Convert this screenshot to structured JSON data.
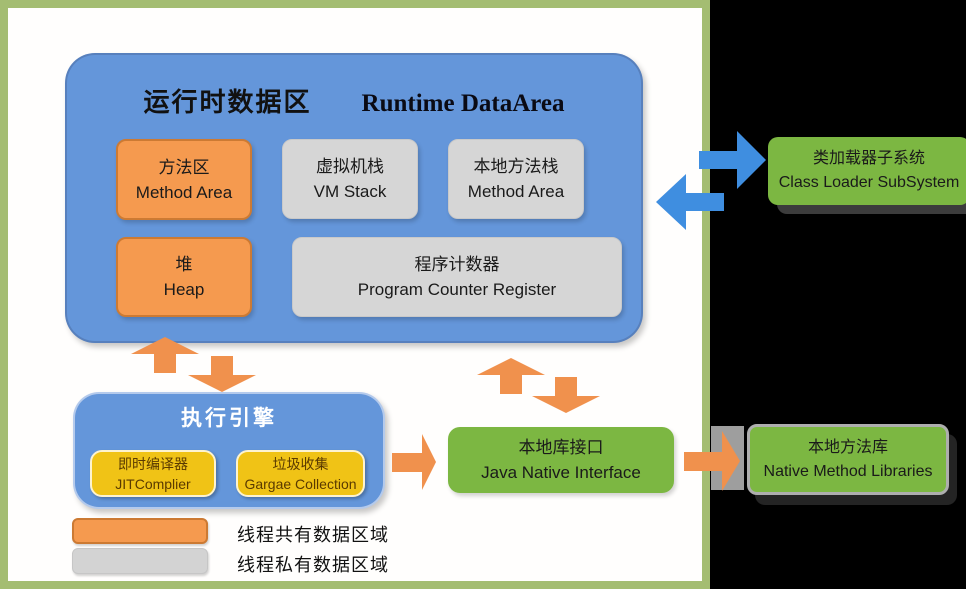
{
  "diagram": {
    "runtime_area": {
      "title_zh": "运行时数据区",
      "title_en": "Runtime DataArea",
      "method_area": {
        "zh": "方法区",
        "en": "Method Area"
      },
      "vm_stack": {
        "zh": "虚拟机栈",
        "en": "VM Stack"
      },
      "native_method_stack": {
        "zh": "本地方法栈",
        "en": "Method Area"
      },
      "heap": {
        "zh": "堆",
        "en": "Heap"
      },
      "program_counter": {
        "zh": "程序计数器",
        "en": "Program Counter Register"
      }
    },
    "execution_engine": {
      "title": "执行引擎",
      "jit": {
        "zh": "即时编译器",
        "en": "JITComplier"
      },
      "gc": {
        "zh": "垃圾收集",
        "en": "Gargae Collection"
      }
    },
    "jni": {
      "zh": "本地库接口",
      "en": "Java Native Interface"
    },
    "class_loader": {
      "zh": "类加载器子系统",
      "en": "Class Loader SubSystem"
    },
    "native_libraries": {
      "zh": "本地方法库",
      "en": "Native Method Libraries"
    },
    "legend": [
      {
        "swatch": "orange",
        "label": "线程共有数据区域"
      },
      {
        "swatch": "gray",
        "label": "线程私有数据区域"
      }
    ],
    "colors": {
      "frame_green": "#a4bd72",
      "panel_white": "#ffffff",
      "outside_black": "#000000",
      "container_blue": "#6496da",
      "shared_orange": "#f59a4f",
      "private_gray": "#d6d6d6",
      "component_green": "#7cb742",
      "engine_yellow": "#f0c316",
      "arrow_orange": "#f0914d",
      "arrow_blue": "#3f8ee0"
    }
  }
}
